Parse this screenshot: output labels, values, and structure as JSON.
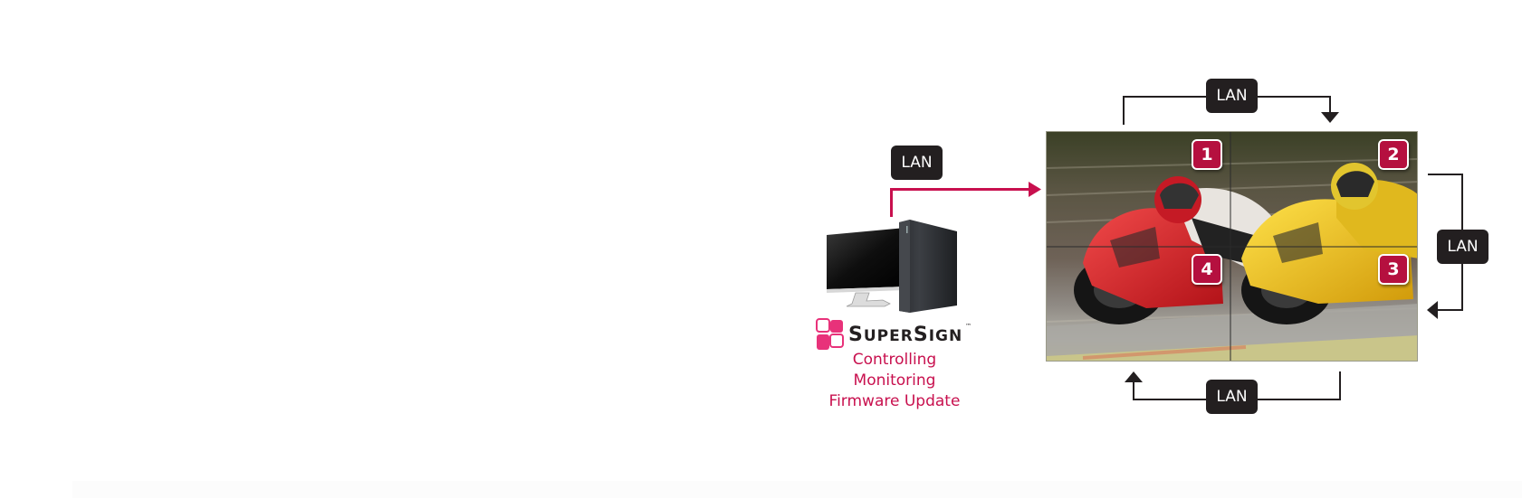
{
  "diagram": {
    "title": "Video wall LAN daisy-chain control with SuperSign",
    "colors": {
      "accent_red": "#c8104e",
      "lan_box": "#231f20",
      "connector_line": "#231f20",
      "badge_fill": "#b5103f",
      "background": "#ffffff"
    },
    "pc": {
      "icon": "desktop-computer-icon",
      "lan_label": "LAN",
      "connection_color": "#c8104e"
    },
    "software": {
      "logo_icon": "supersign-logo-icon",
      "brand_prefix": "S",
      "brand_rest_1": "UPER",
      "brand_mid": "S",
      "brand_rest_2": "IGN",
      "trademark": "™",
      "functions": [
        "Controlling",
        "Monitoring",
        "Firmware Update"
      ]
    },
    "video_wall": {
      "layout": "2x2",
      "image": "motorcycle-racing-photo",
      "panels": [
        {
          "id": "1",
          "position": "top-left"
        },
        {
          "id": "2",
          "position": "top-right"
        },
        {
          "id": "3",
          "position": "bottom-right"
        },
        {
          "id": "4",
          "position": "bottom-left"
        }
      ]
    },
    "links": [
      {
        "label": "LAN",
        "from": "PC",
        "to": "1"
      },
      {
        "label": "LAN",
        "from": "1",
        "to": "2",
        "side": "top"
      },
      {
        "label": "LAN",
        "from": "2",
        "to": "3",
        "side": "right"
      },
      {
        "label": "LAN",
        "from": "3",
        "to": "4",
        "side": "bottom"
      }
    ]
  }
}
